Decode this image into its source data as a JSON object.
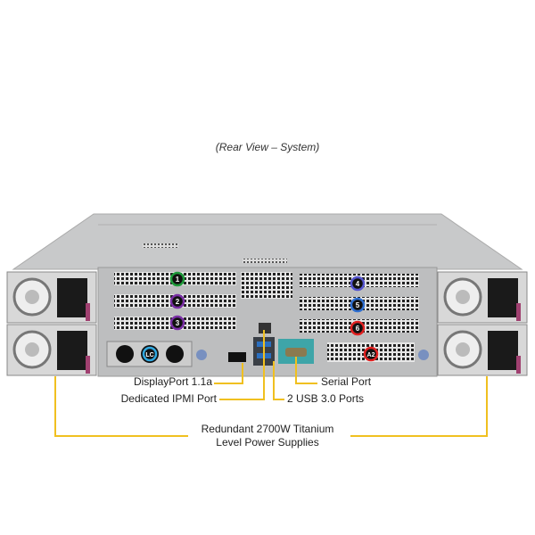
{
  "caption": "(Rear View – System)",
  "colors": {
    "callout_line": "#f0c020",
    "chassis": "#c9cacb"
  },
  "slots": [
    {
      "label": "1",
      "color": "#1e9a3a"
    },
    {
      "label": "2",
      "color": "#7a2fa5"
    },
    {
      "label": "3",
      "color": "#7a2fa5"
    },
    {
      "label": "4",
      "color": "#5555d0"
    },
    {
      "label": "5",
      "color": "#2f6fd0"
    },
    {
      "label": "6",
      "color": "#e02020"
    },
    {
      "label": "A2",
      "color": "#e02020"
    },
    {
      "label": "LC",
      "color": "#30a8e0"
    }
  ],
  "callouts": {
    "displayport": "DisplayPort 1.1a",
    "ipmi": "Dedicated IPMI Port",
    "serial": "Serial Port",
    "usb": "2 USB 3.0 Ports",
    "psu_line1": "Redundant 2700W Titanium",
    "psu_line2": "Level Power Supplies"
  }
}
